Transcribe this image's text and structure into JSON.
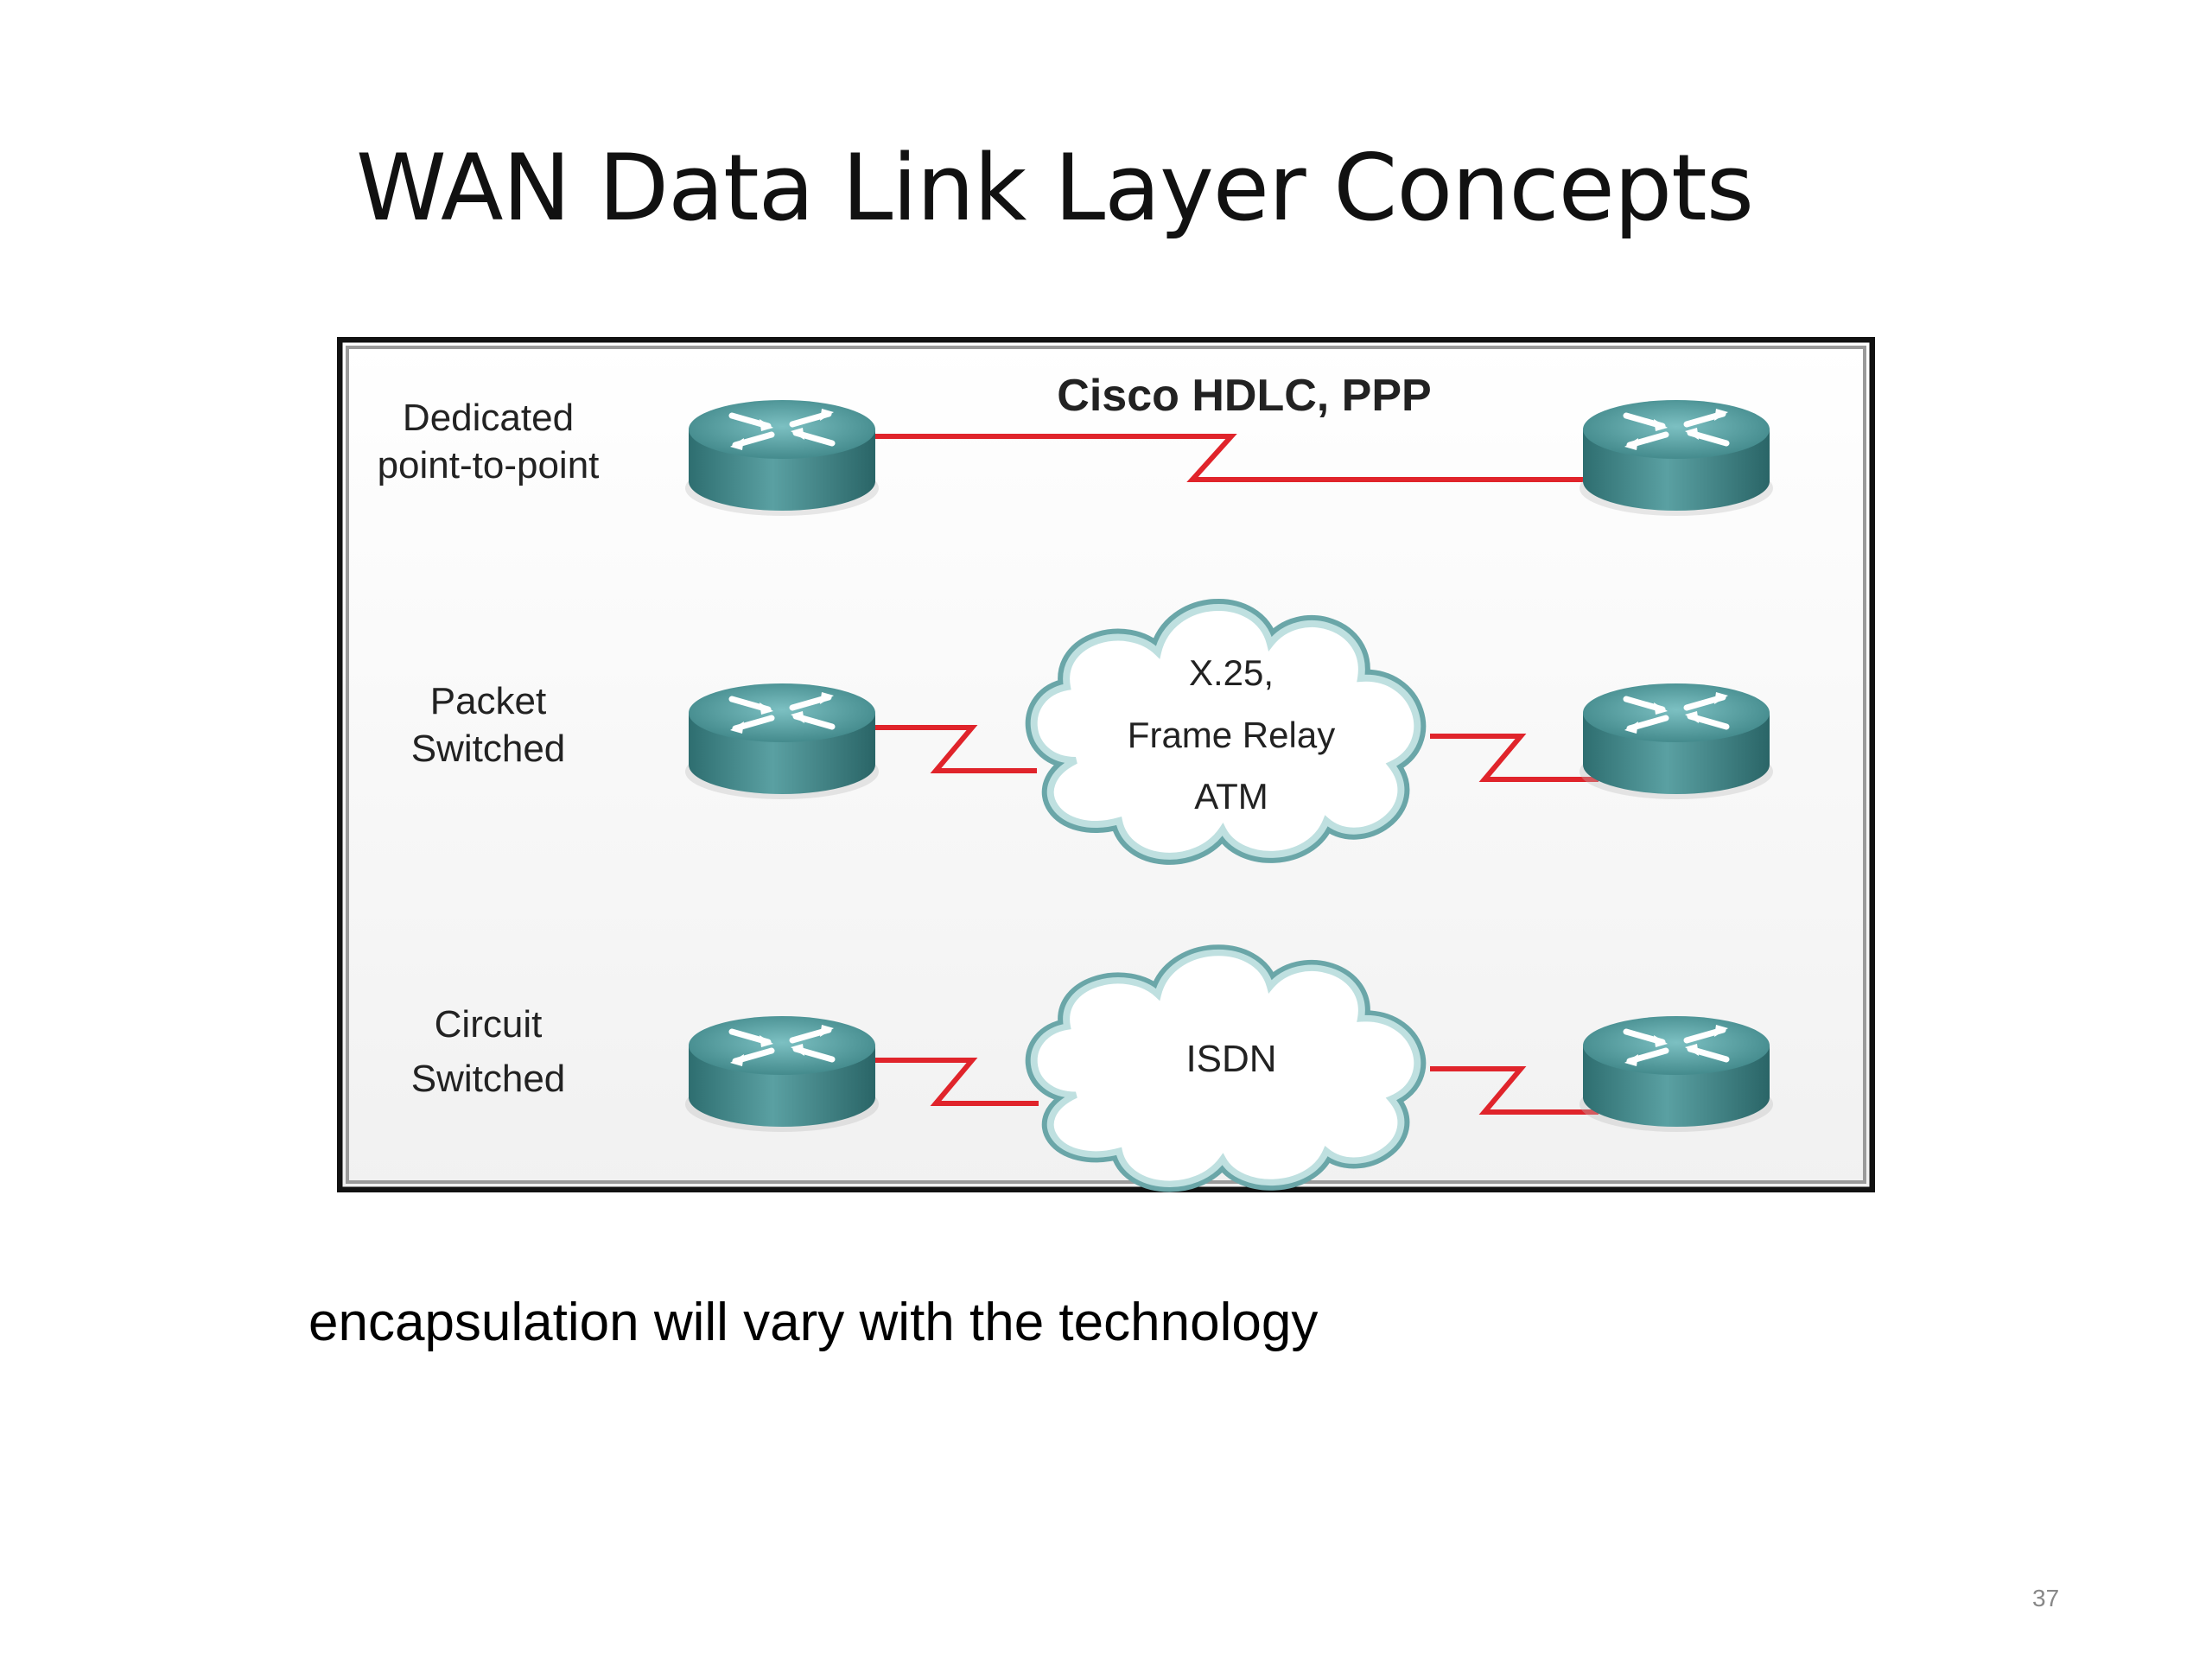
{
  "slide": {
    "title": "WAN Data Link Layer Concepts",
    "caption": "encapsulation will vary with the technology",
    "page_number": "37"
  },
  "diagram": {
    "rows": [
      {
        "label_line1": "Dedicated",
        "label_line2": "point-to-point",
        "technology": [
          "Cisco HDLC, PPP"
        ],
        "connection": "direct-serial-link"
      },
      {
        "label_line1": "Packet",
        "label_line2": "Switched",
        "technology": [
          "X.25,",
          "Frame Relay",
          "ATM"
        ],
        "connection": "cloud"
      },
      {
        "label_line1": "Circuit",
        "label_line2": "Switched",
        "technology": [
          "ISDN"
        ],
        "connection": "cloud"
      }
    ],
    "device_icon": "router-icon",
    "cloud_icon": "cloud-icon",
    "colors": {
      "link": "#e0242b",
      "router_body": "#3f8a8c",
      "router_top": "#5fa8aa",
      "cloud_outline": "#7fb3b4",
      "frame": "#111111"
    }
  }
}
